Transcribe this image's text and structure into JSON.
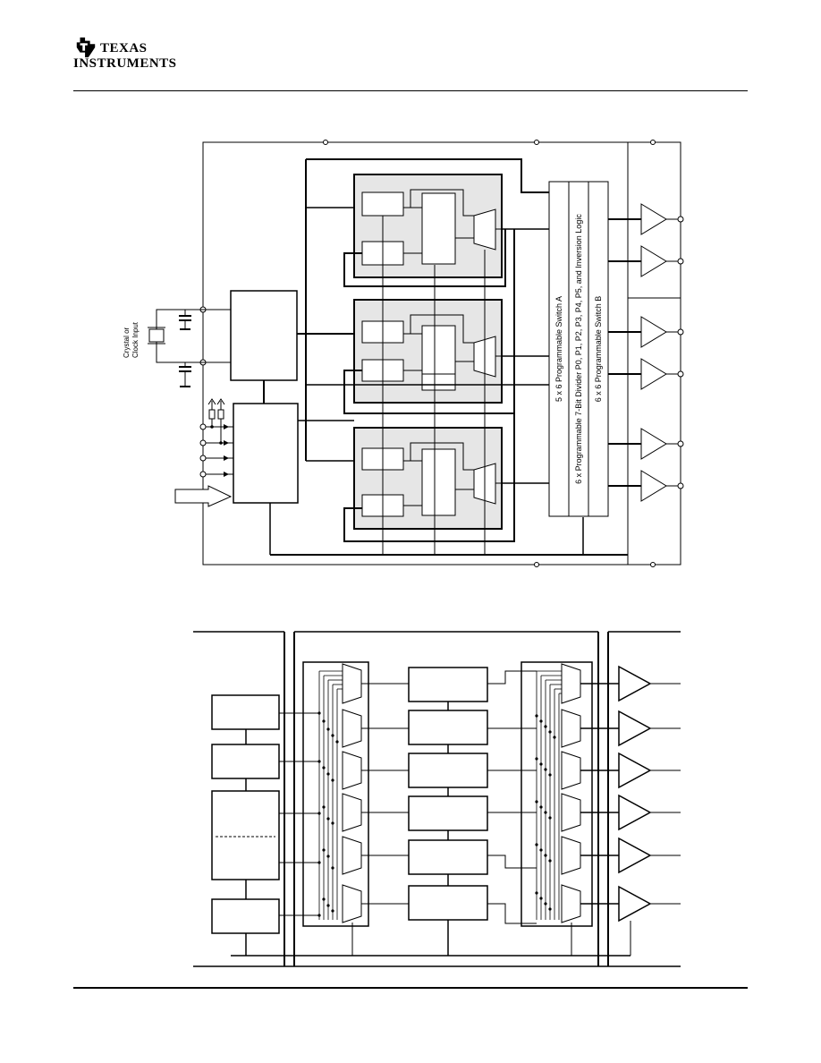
{
  "header": {
    "company_line1": "TEXAS",
    "company_line2": "INSTRUMENTS"
  },
  "diagram": {
    "input_label_line1": "Crystal or",
    "input_label_line2": "Clock Input",
    "switch_a": "5 x 6 Programmable Switch A",
    "divider": "6 x Programmable 7-Bit Divider P0, P1, P2, P3, P4, P5, and Inversion Logic",
    "switch_b": "6 x 6 Programmable Switch B"
  },
  "colors": {
    "pll_fill": "#e6e6e6",
    "stroke": "#000000"
  }
}
